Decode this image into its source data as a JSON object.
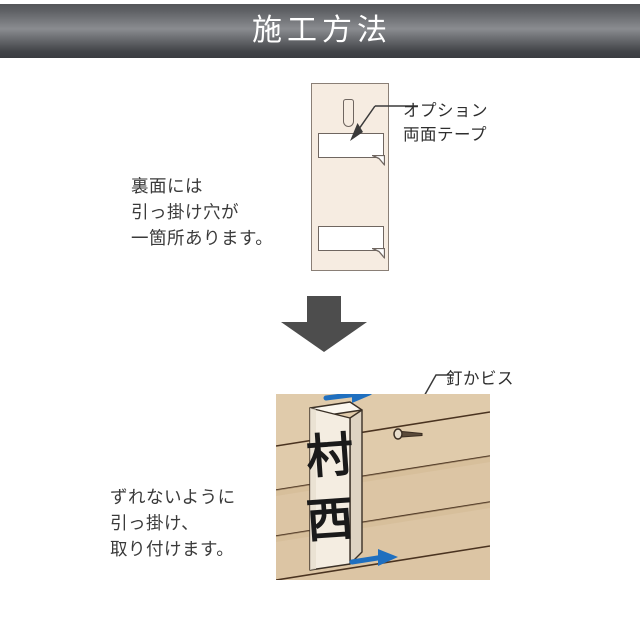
{
  "header": {
    "title": "施工方法"
  },
  "top_figure": {
    "back_note": [
      "裏面には",
      "引っ掛け穴が",
      "一箇所あります。"
    ],
    "tape_label": [
      "オプション",
      "両面テープ"
    ],
    "plate": {
      "fill_color": "#f6ece1",
      "border_color": "#8a7f76",
      "keyhole_name": "引っ掛け穴",
      "tape_count": 2,
      "tape_color": "#ffffff"
    }
  },
  "arrow": {
    "direction": "down",
    "color": "#4d4d4d"
  },
  "bottom_figure": {
    "mount_note": [
      "ずれないように",
      "引っ掛け、",
      "取り付けます。"
    ],
    "fastener_label": "釘かビス",
    "sign_text": [
      "村",
      "西"
    ],
    "wall_color": "#dcc5a4",
    "sign_face_color": "#f4ede1",
    "arrow_color": "#1f6fbf",
    "slide_arrow_count": 2
  }
}
